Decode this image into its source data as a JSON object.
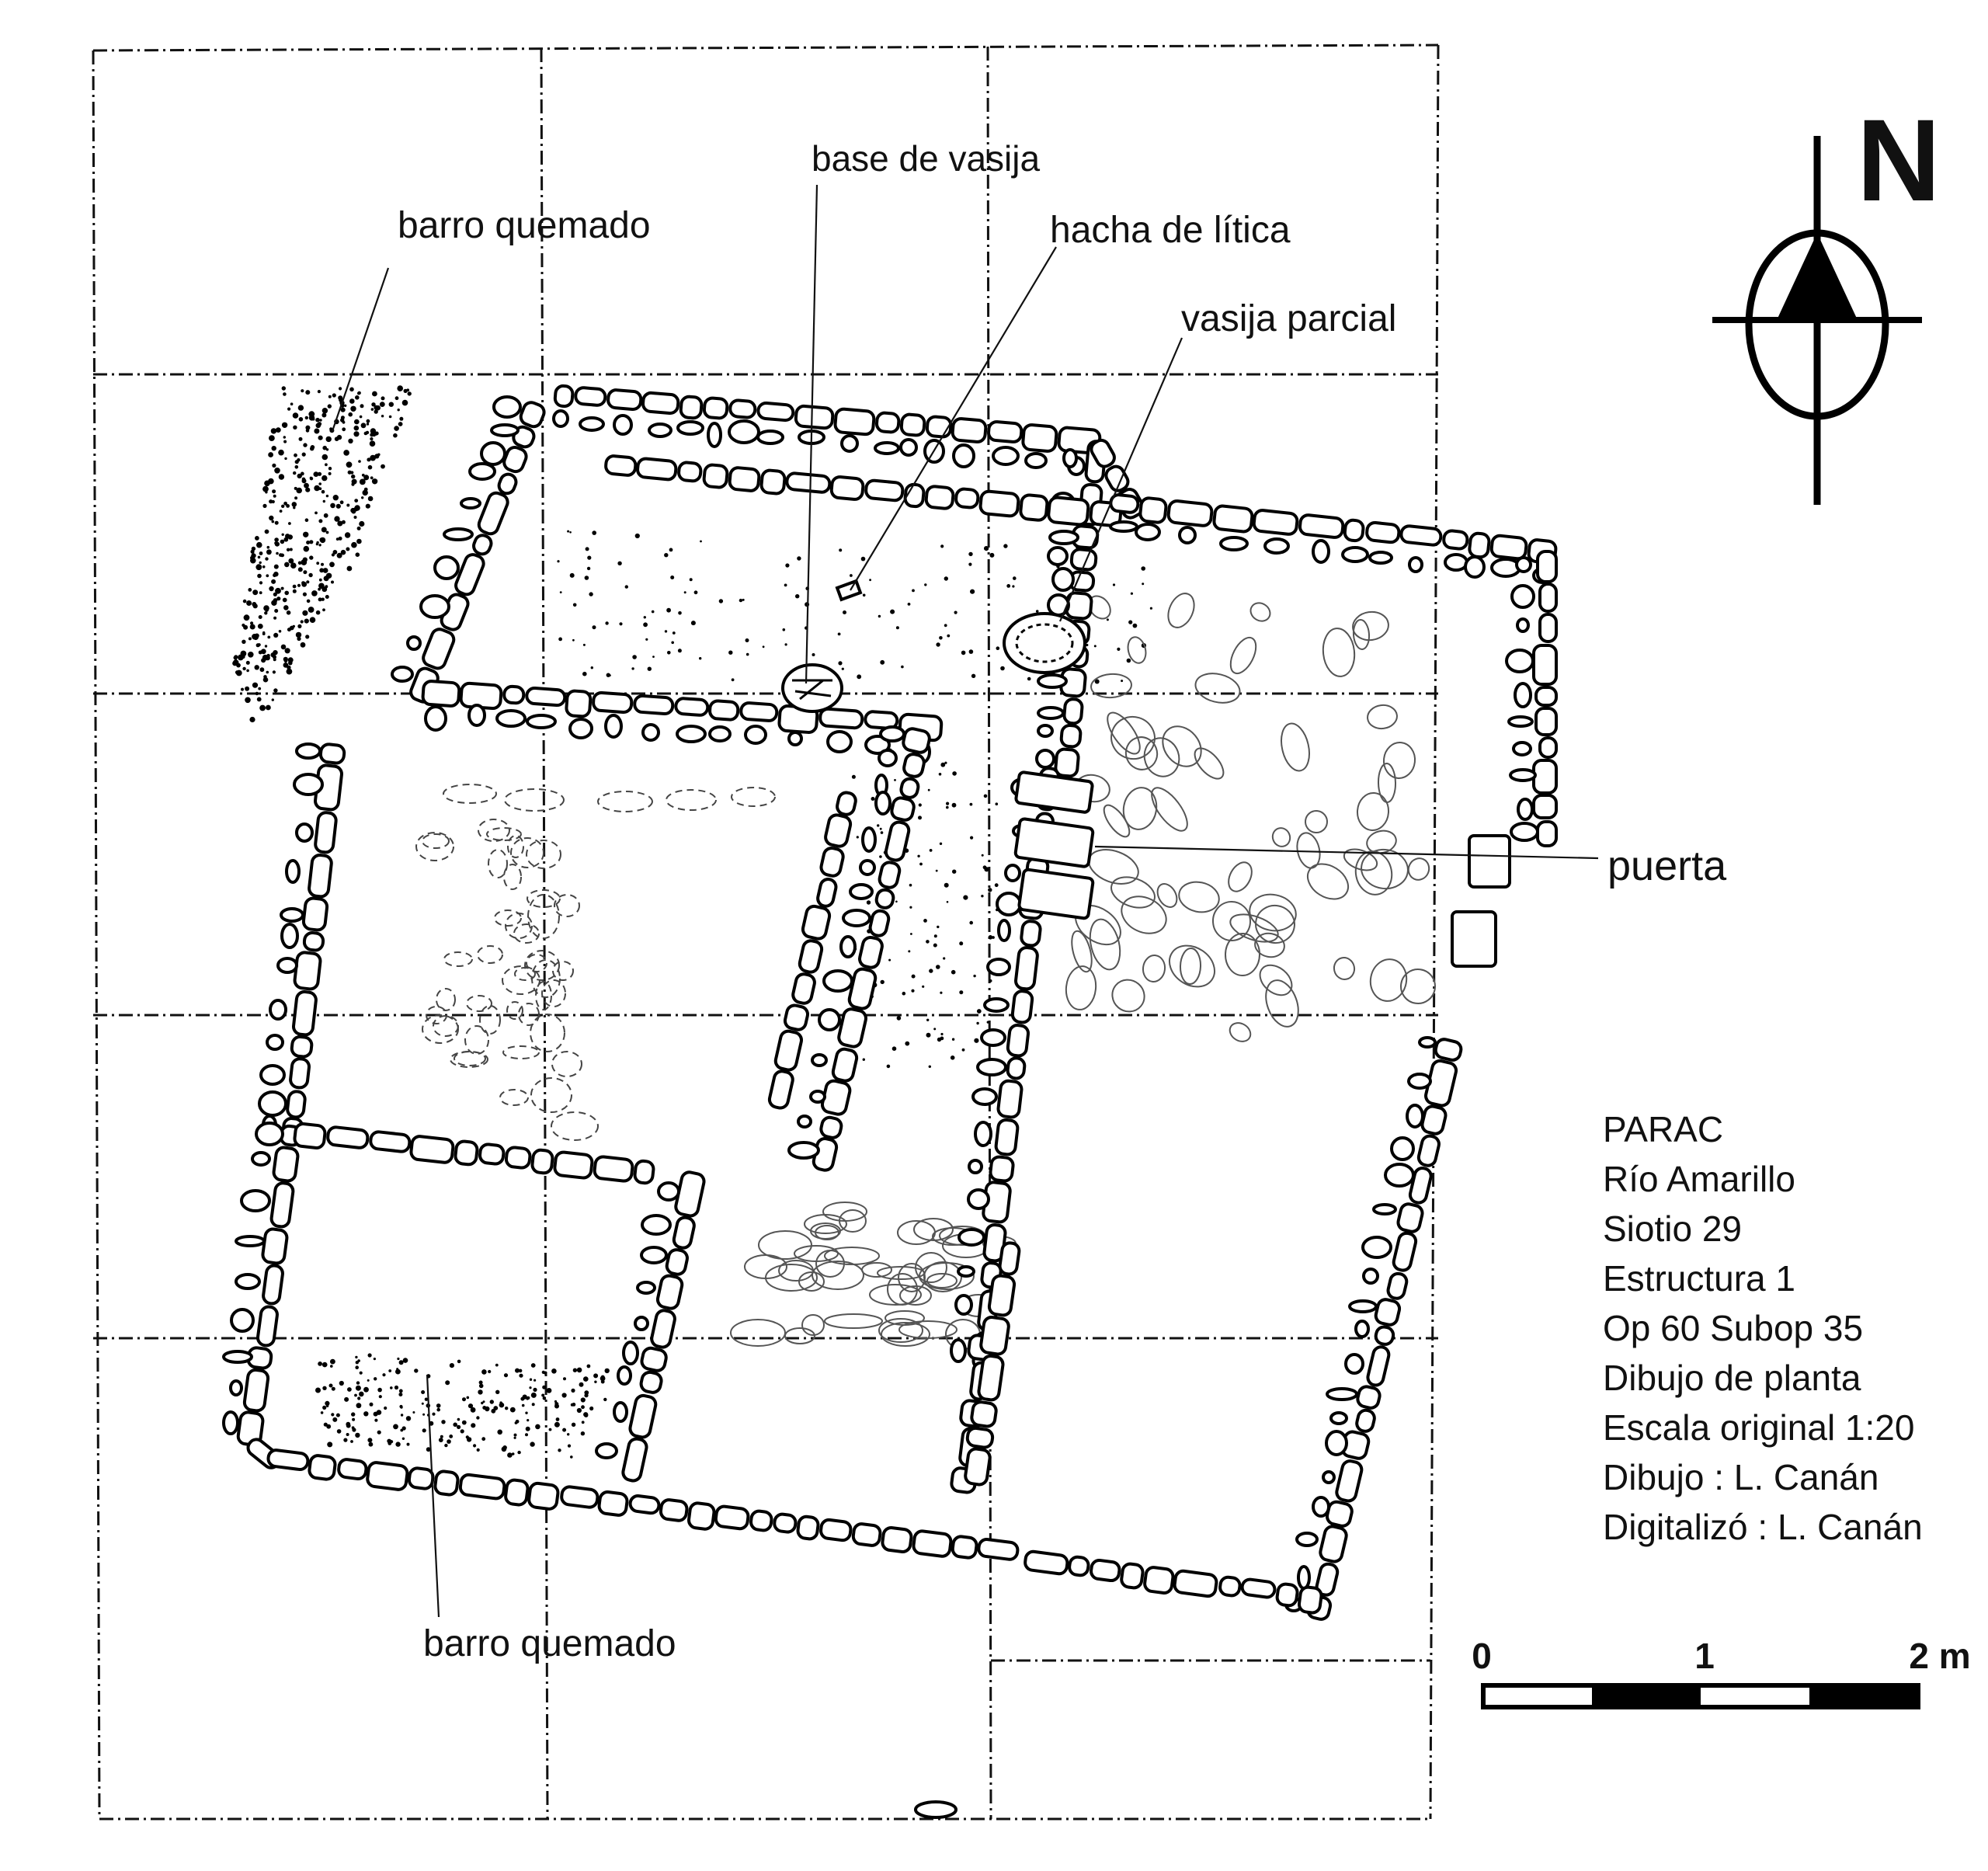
{
  "annotations": {
    "barro_quemado_top": "barro quemado",
    "base_de_vasija": "base de vasija",
    "hacha_de_litica": "hacha de lítica",
    "vasija_parcial": "vasija parcial",
    "puerta": "puerta",
    "barro_quemado_bottom": "barro quemado"
  },
  "north_arrow": {
    "letter": "N",
    "icon": "north-arrow-icon"
  },
  "caption": {
    "lines": [
      "PARAC",
      "Río Amarillo",
      "Siotio 29",
      "Estructura 1",
      "Op 60 Subop 35",
      "Dibujo de planta",
      "Escala original 1:20",
      "Dibujo : L. Canán",
      "Digitalizó : L. Canán"
    ]
  },
  "scale_bar": {
    "ticks": [
      "0",
      "1",
      "2 m"
    ],
    "segments": 4
  }
}
